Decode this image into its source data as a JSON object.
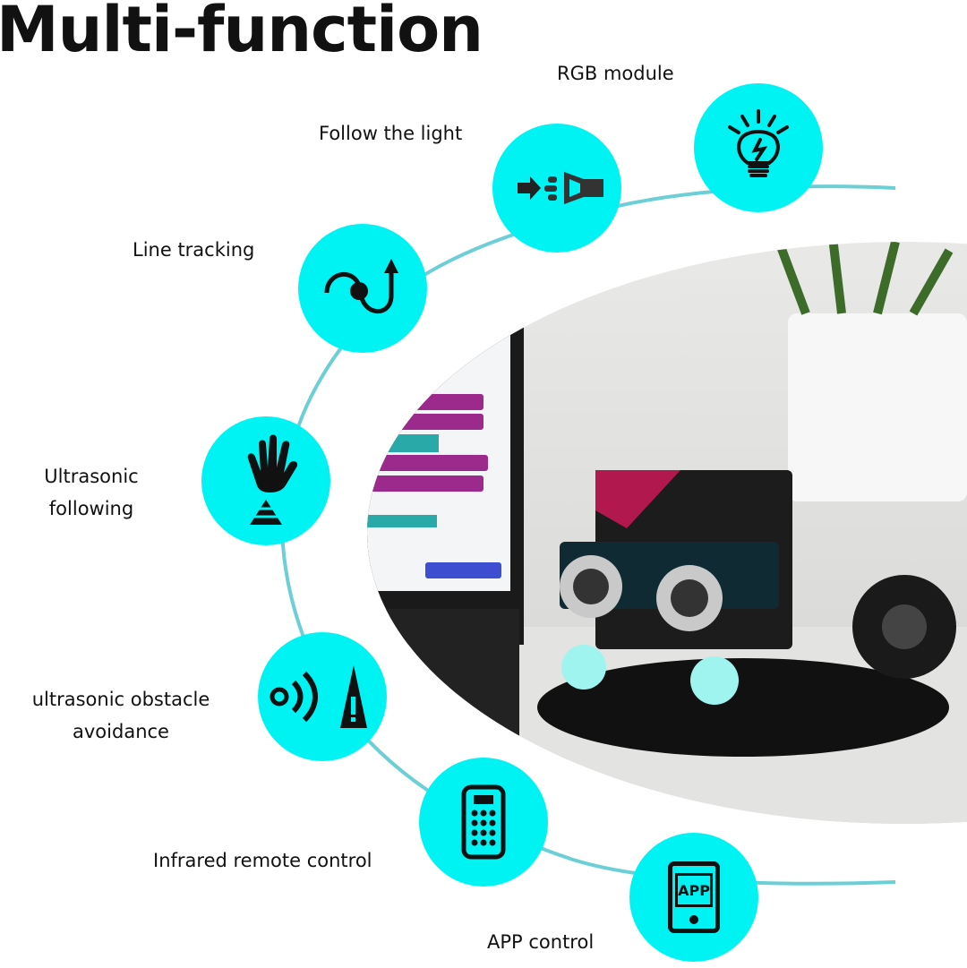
{
  "title": "Multi-function",
  "features": [
    {
      "label": "RGB module",
      "icon": "lightbulb-icon"
    },
    {
      "label": "Follow the light",
      "icon": "flashlight-icon"
    },
    {
      "label": "Line tracking",
      "icon": "line-tracking-icon"
    },
    {
      "label": "Ultrasonic following",
      "icon": "hand-follow-icon"
    },
    {
      "label": "ultrasonic obstacle avoidance",
      "icon": "sound-wave-obstacle-icon"
    },
    {
      "label": "Infrared remote control",
      "icon": "remote-control-icon"
    },
    {
      "label": "APP control",
      "icon": "tablet-app-icon",
      "icon_text": "APP"
    }
  ],
  "colors": {
    "accent": "#00f3f3",
    "arc": "#6ccfd6",
    "text": "#111111"
  }
}
